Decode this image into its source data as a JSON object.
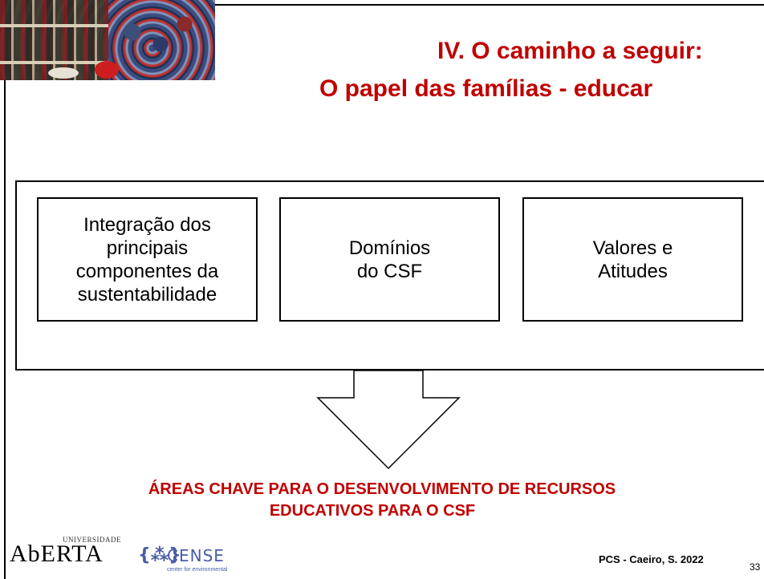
{
  "title": {
    "line1": "IV. O caminho a seguir:",
    "line2": "O papel das famílias - educar"
  },
  "boxes": [
    {
      "lines": [
        "Integração dos",
        "principais",
        "componentes da",
        "sustentabilidade"
      ]
    },
    {
      "lines": [
        "Domínios",
        "do CSF"
      ]
    },
    {
      "lines": [
        "Valores e",
        "Atitudes"
      ]
    }
  ],
  "conclusion": {
    "line1": "ÁREAS CHAVE PARA O DESENVOLVIMENTO DE RECURSOS",
    "line2": "EDUCATIVOS PARA O CSF"
  },
  "logos": {
    "aberta_top": "UNIVERSIDADE",
    "aberta_word": "AbERTA",
    "cense_name": "CENSE",
    "cense_tag": "center for environmental"
  },
  "footer": {
    "credit": "PCS - Caeiro, S. 2022",
    "page": "33"
  },
  "colors": {
    "title": "#c00000",
    "cense": "#4a5ca8"
  }
}
